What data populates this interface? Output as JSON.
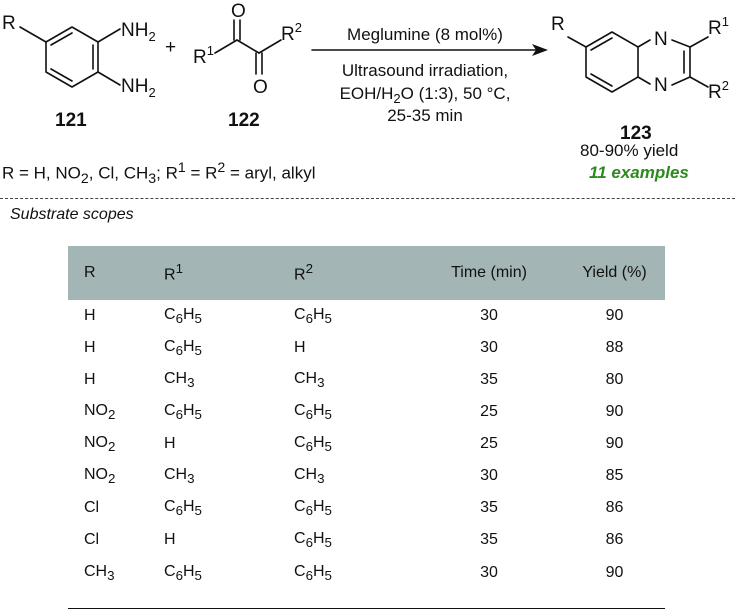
{
  "scheme": {
    "reactant1": {
      "number": "121",
      "r_label": "R",
      "nh2_top": "NH",
      "nh2_bottom": "NH",
      "sub_2": "2"
    },
    "plus": "+",
    "reactant2": {
      "number": "122",
      "r1": "R",
      "r1_sup": "1",
      "r2": "R",
      "r2_sup": "2",
      "oxygen": "O"
    },
    "conditions": {
      "catalyst": "Meglumine (8 mol%)",
      "line2": "Ultrasound irradiation,",
      "line3_a": "EOH/H",
      "line3_sub": "2",
      "line3_b": "O (1:3), 50 °C,",
      "line4": "25-35 min"
    },
    "product": {
      "number": "123",
      "n": "N",
      "r": "R",
      "r1": "R",
      "r1_sup": "1",
      "r2": "R",
      "r2_sup": "2"
    },
    "yield_text": "80-90% yield",
    "examples_text": "11 examples",
    "substituents": {
      "a": "R = H, NO",
      "a_sub": "2",
      "b": ", Cl, CH",
      "b_sub": "3",
      "c": "; R",
      "c_sup": "1",
      "d": " = R",
      "d_sup": "2",
      "e": " = aryl, alkyl"
    }
  },
  "table": {
    "caption": "Substrate scopes",
    "headers": [
      "R",
      "R1",
      "R2",
      "Time (min)",
      "Yield (%)"
    ],
    "rows": [
      {
        "r": "H",
        "r1": "C6H5",
        "r2": "C6H5",
        "time": "30",
        "yield": "90"
      },
      {
        "r": "H",
        "r1": "C6H5",
        "r2": "H",
        "time": "30",
        "yield": "88"
      },
      {
        "r": "H",
        "r1": "CH3",
        "r2": "CH3",
        "time": "35",
        "yield": "80"
      },
      {
        "r": "NO2",
        "r1": "C6H5",
        "r2": "C6H5",
        "time": "25",
        "yield": "90"
      },
      {
        "r": "NO2",
        "r1": "H",
        "r2": "C6H5",
        "time": "25",
        "yield": "90"
      },
      {
        "r": "NO2",
        "r1": "CH3",
        "r2": "CH3",
        "time": "30",
        "yield": "85"
      },
      {
        "r": "Cl",
        "r1": "C6H5",
        "r2": "C6H5",
        "time": "35",
        "yield": "86"
      },
      {
        "r": "Cl",
        "r1": "H",
        "r2": "C6H5",
        "time": "35",
        "yield": "86"
      },
      {
        "r": "CH3",
        "r1": "C6H5",
        "r2": "C6H5",
        "time": "30",
        "yield": "90"
      }
    ]
  }
}
